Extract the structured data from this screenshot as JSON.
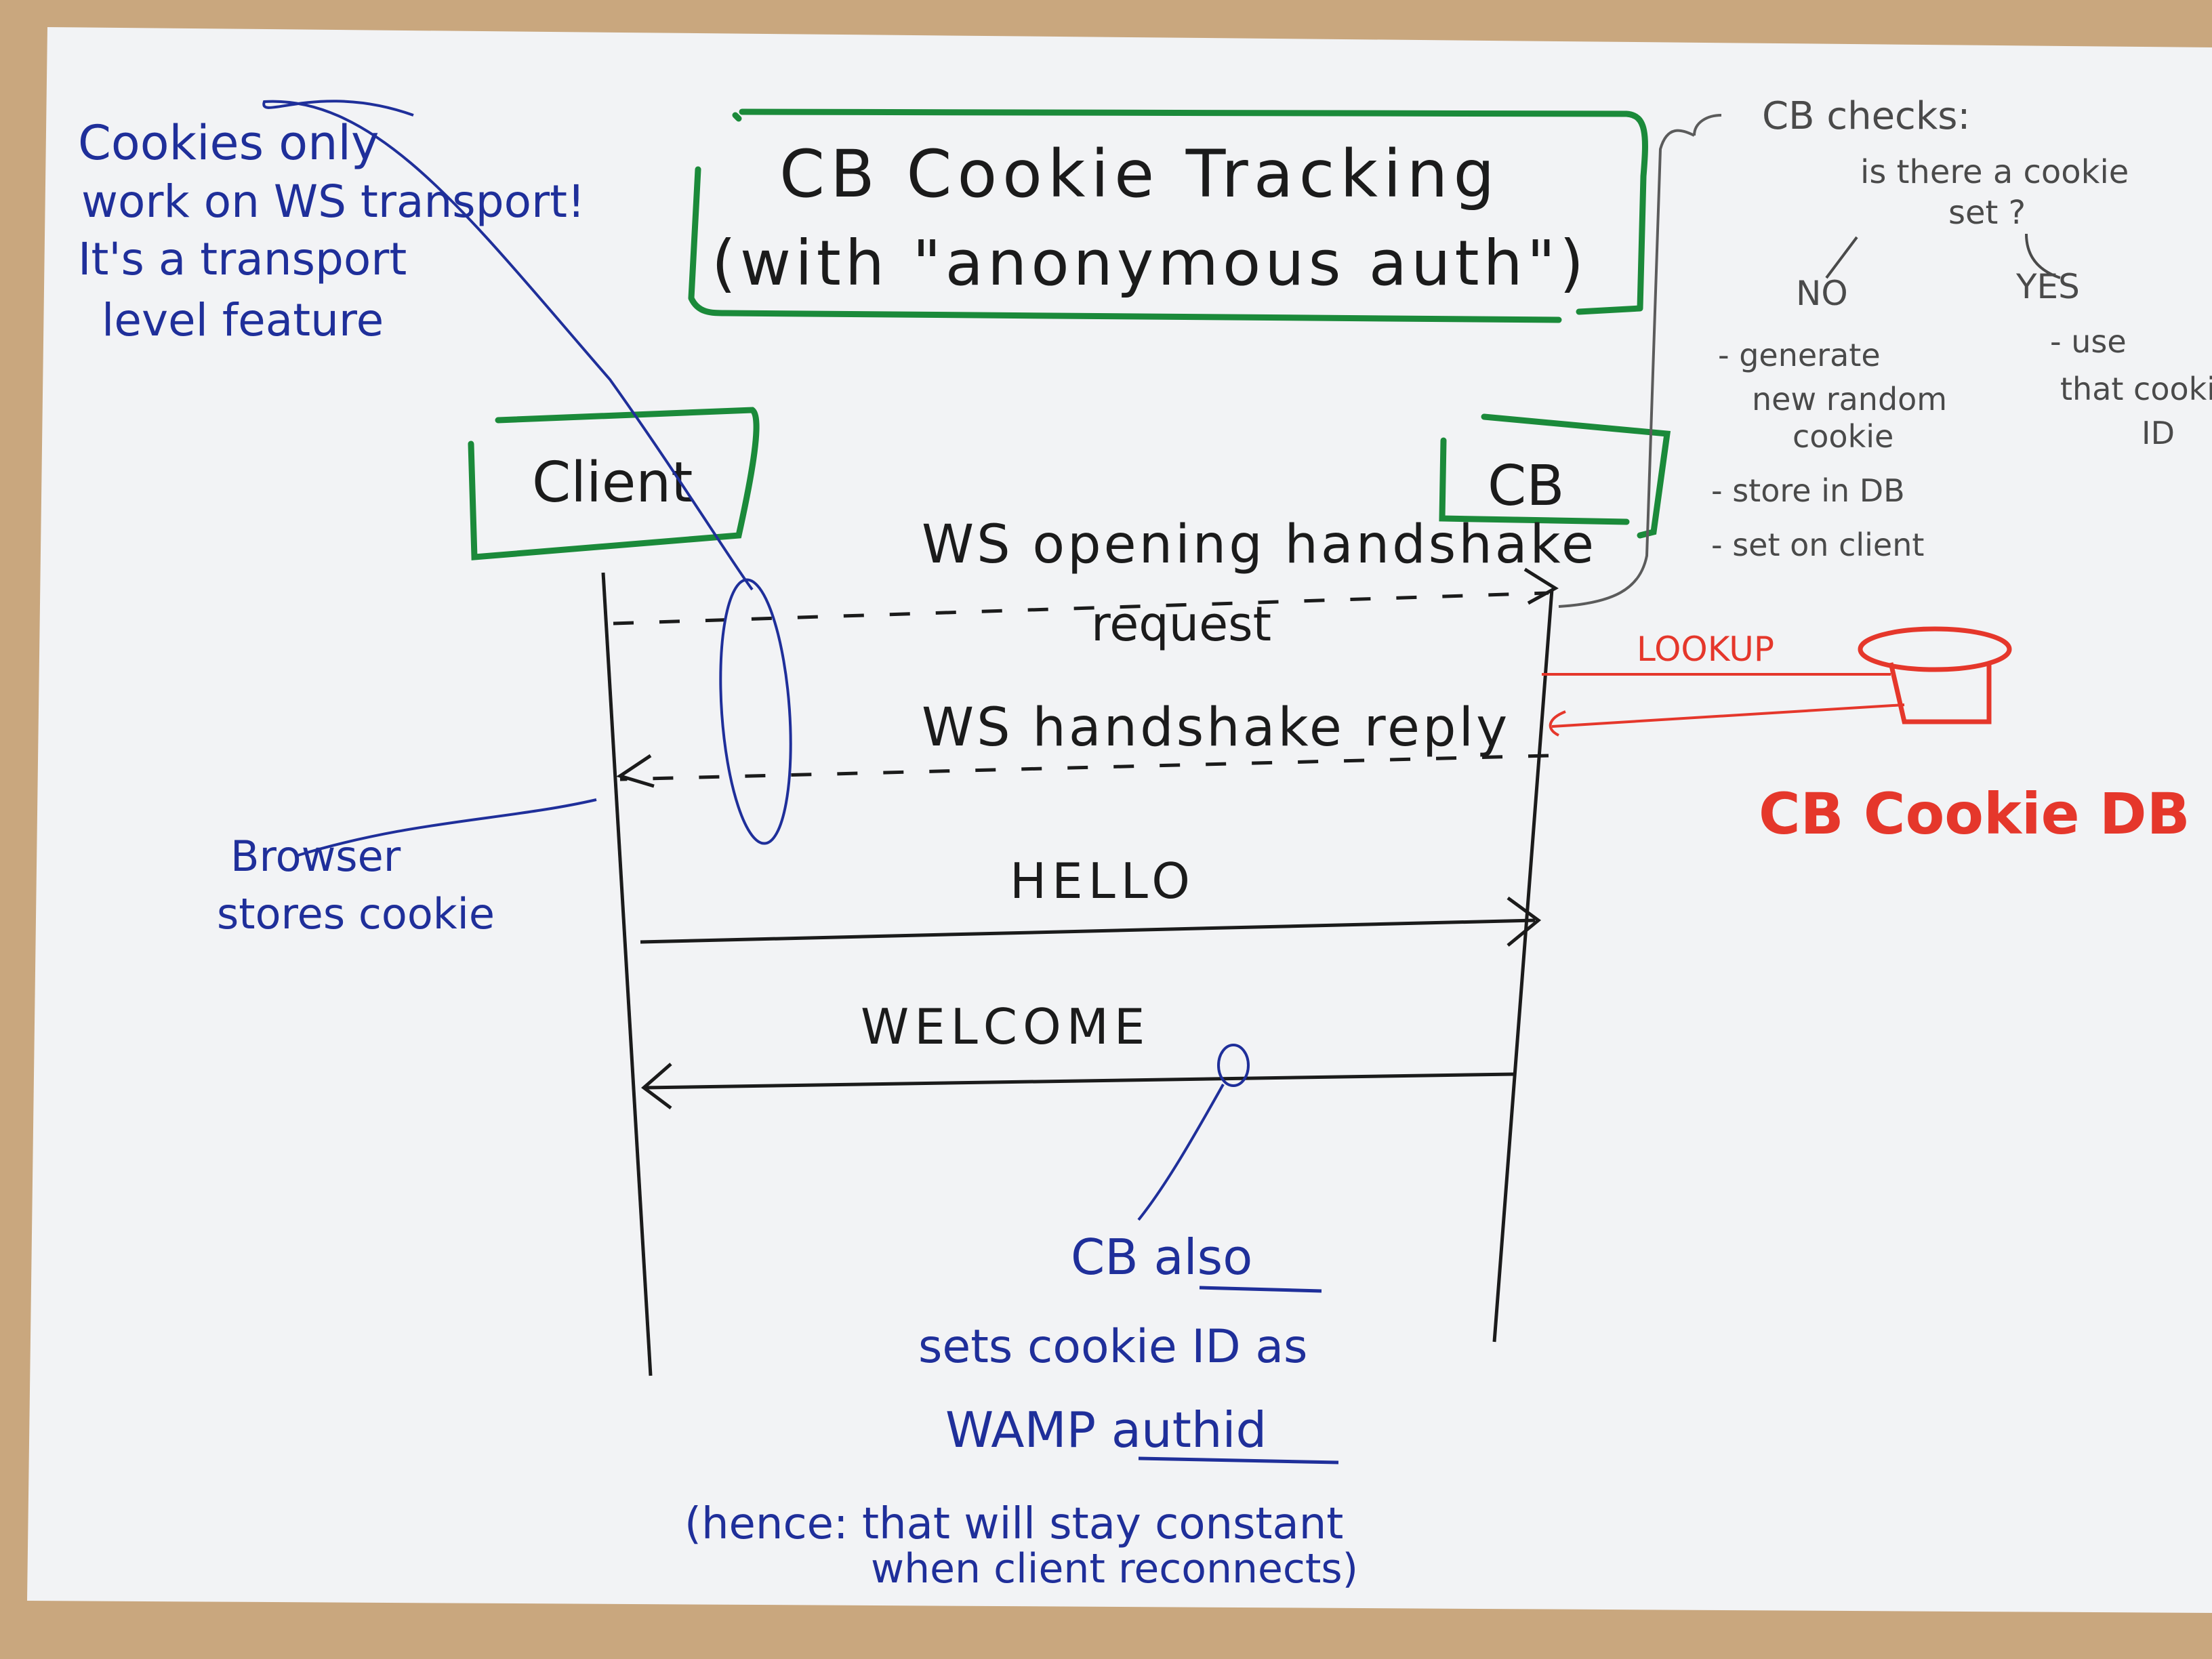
{
  "colors": {
    "table": "#c9a77e",
    "paper": "#f2f3f5",
    "black_ink": "#1b1b1b",
    "blue_ink": "#1f2f9a",
    "red_ink": "#e5372b",
    "green_ink": "#1b8a3a"
  },
  "title": {
    "line1": "CB Cookie Tracking",
    "line2": "(with \"anonymous auth\")"
  },
  "participants": {
    "client": "Client",
    "router": "CB"
  },
  "messages": {
    "ws_request_line1": "WS opening handshake",
    "ws_request_line2": "request",
    "ws_reply": "WS handshake reply",
    "hello": "HELLO",
    "welcome": "WELCOME"
  },
  "transport_note": {
    "line1": "Cookies only",
    "line2": "work on WS transport!",
    "line3": "It's a transport",
    "line4": "level feature"
  },
  "browser_note": {
    "line1": "Browser",
    "line2": "stores cookie"
  },
  "cb_checks": {
    "heading": "CB checks:",
    "question_line1": "is there a cookie",
    "question_line2": "set ?",
    "no_label": "NO",
    "yes_label": "YES",
    "no_action1": "- generate",
    "no_action2": "new random",
    "no_action3": "cookie",
    "no_action4": "- store in DB",
    "no_action5": "- set on client",
    "yes_action1": "- use",
    "yes_action2": "that cookie",
    "yes_action3": "ID"
  },
  "database": {
    "lookup": "LOOKUP",
    "label": "CB Cookie DB"
  },
  "authid_note": {
    "line1": "CB also",
    "line2": "sets cookie ID as",
    "line3": "WAMP authid",
    "line4": "(hence: that will stay constant",
    "line5": "when client reconnects)"
  }
}
